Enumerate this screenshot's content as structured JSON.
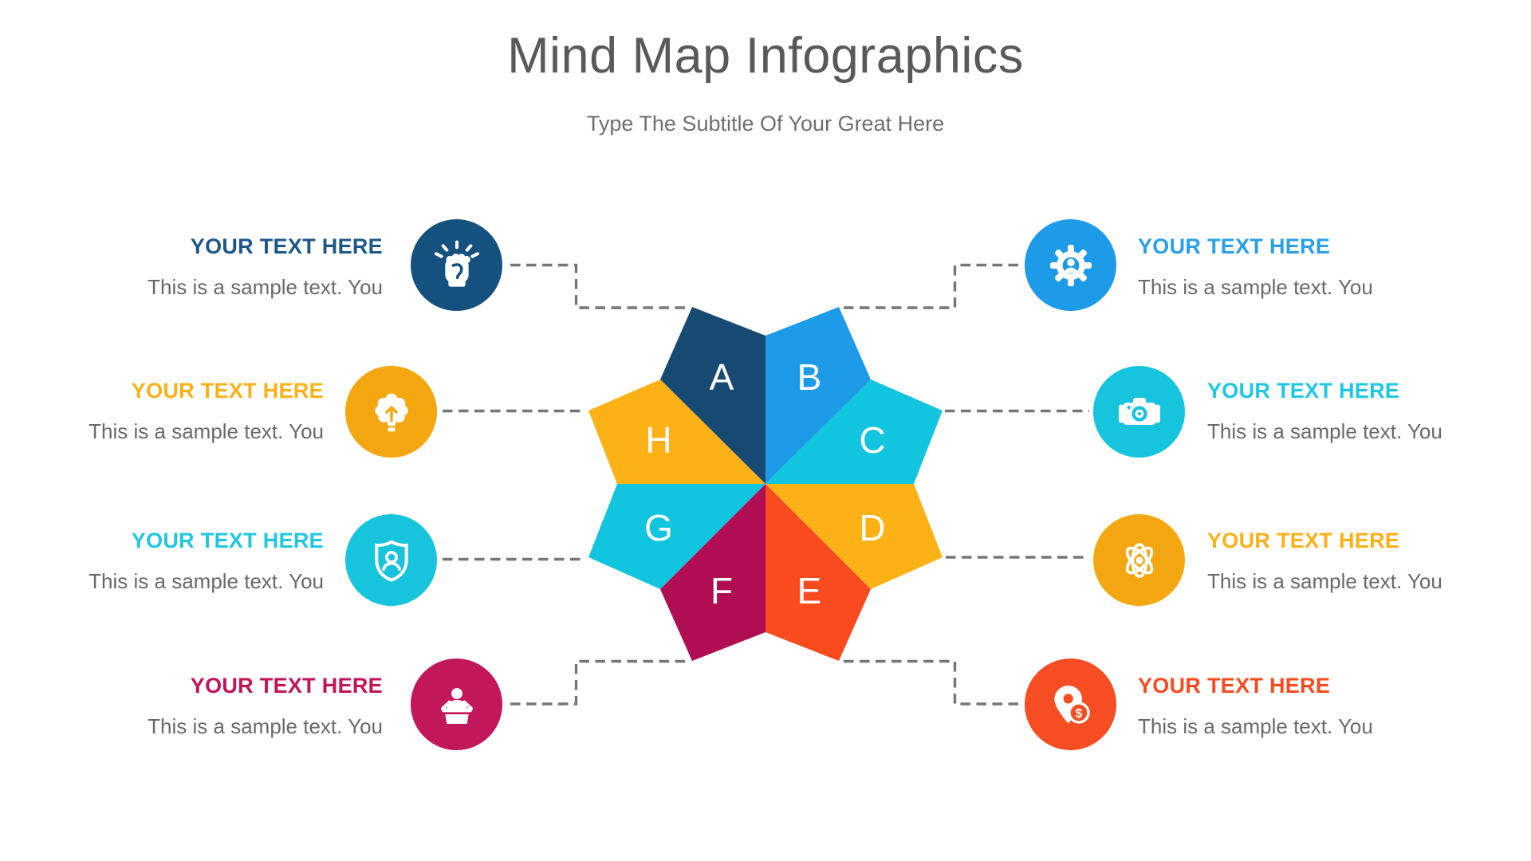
{
  "title": "Mind Map Infographics",
  "subtitle": "Type The Subtitle Of Your Great Here",
  "connector_color": "#767676",
  "items": [
    {
      "letter": "A",
      "heading": "YOUR TEXT HERE",
      "body": "This is a sample text. You",
      "color": "#174A72",
      "circle_color": "#15517E",
      "heading_color": "#1D5789",
      "icon": "fist-rays-icon"
    },
    {
      "letter": "B",
      "heading": "YOUR TEXT HERE",
      "body": "This is a sample text. You",
      "color": "#1E9BE8",
      "circle_color": "#1E9BE8",
      "heading_color": "#29A0E8",
      "icon": "gear-person-icon"
    },
    {
      "letter": "C",
      "heading": "YOUR TEXT HERE",
      "body": "This is a sample text. You",
      "color": "#12C5DF",
      "circle_color": "#16C4DE",
      "heading_color": "#1EC8E2",
      "icon": "camera-icon"
    },
    {
      "letter": "D",
      "heading": "YOUR TEXT HERE",
      "body": "This is a sample text. You",
      "color": "#FCB216",
      "circle_color": "#F4A711",
      "heading_color": "#FBB116",
      "icon": "atom-icon"
    },
    {
      "letter": "E",
      "heading": "YOUR TEXT HERE",
      "body": "This is a sample text. You",
      "color": "#FA4B1E",
      "circle_color": "#F74D22",
      "heading_color": "#F94B1F",
      "icon": "pin-dollar-icon",
      "coin_symbol": "$"
    },
    {
      "letter": "F",
      "heading": "YOUR TEXT HERE",
      "body": "This is a sample text. You",
      "color": "#B10D52",
      "circle_color": "#C2175B",
      "heading_color": "#C1145A",
      "icon": "podium-person-icon"
    },
    {
      "letter": "G",
      "heading": "YOUR TEXT HERE",
      "body": "This is a sample text. You",
      "color": "#12C5DF",
      "circle_color": "#16C4DE",
      "heading_color": "#1EC8E2",
      "icon": "shield-user-icon"
    },
    {
      "letter": "H",
      "heading": "YOUR TEXT HERE",
      "body": "This is a sample text. You",
      "color": "#FCB216",
      "circle_color": "#F4A711",
      "heading_color": "#FBB116",
      "icon": "brain-bulb-icon"
    }
  ]
}
